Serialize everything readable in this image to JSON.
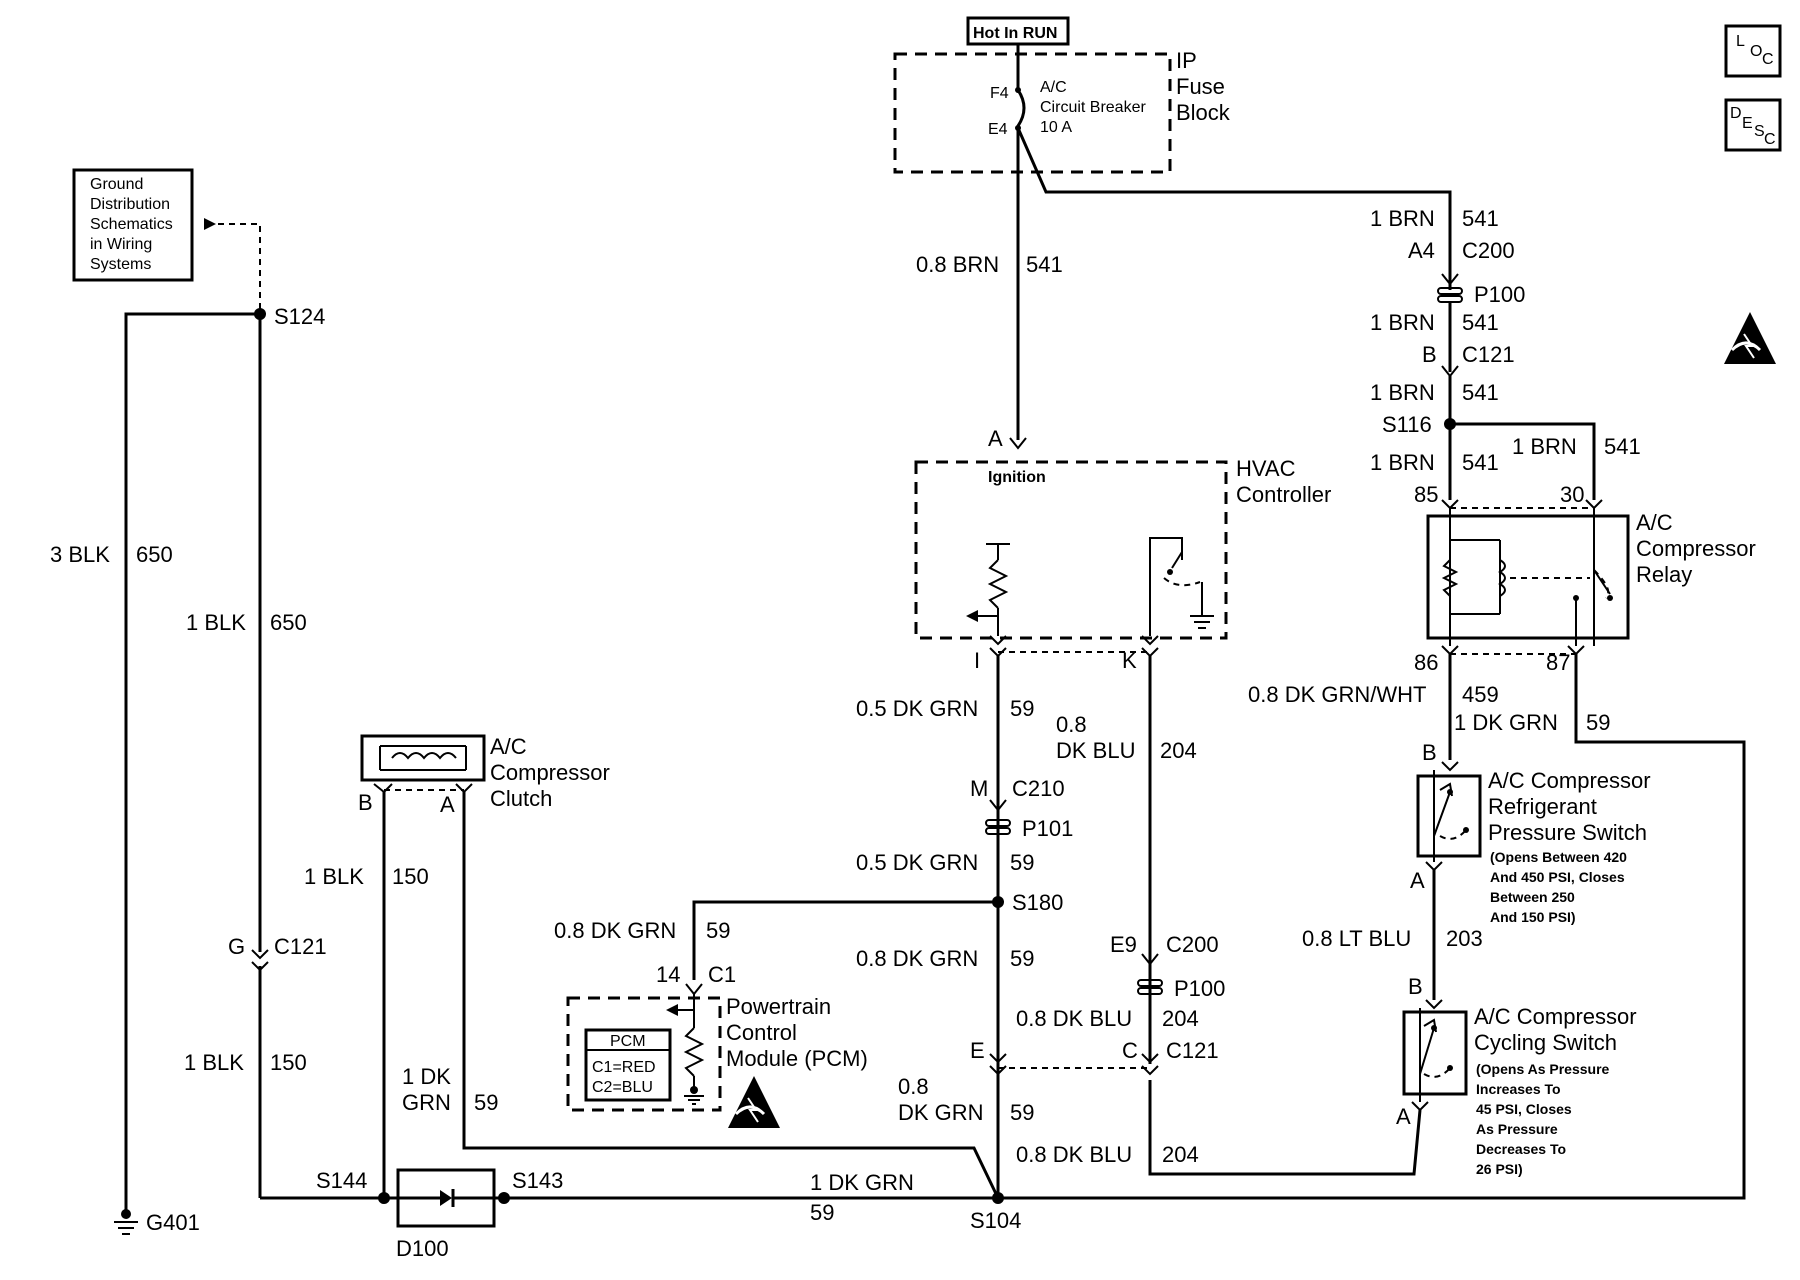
{
  "power": {
    "hot_label": "Hot In RUN",
    "fuse_block": [
      "IP",
      "Fuse",
      "Block"
    ],
    "breaker": [
      "A/C",
      "Circuit Breaker",
      "10 A"
    ],
    "pin_f4": "F4",
    "pin_e4": "E4"
  },
  "ground_ref": {
    "box": [
      "Ground",
      "Distribution",
      "Schematics",
      "in Wiring",
      "Systems"
    ],
    "s124": "S124",
    "g401": "G401",
    "wire_650a": [
      "3 BLK",
      "650"
    ],
    "wire_650b": [
      "1 BLK",
      "650"
    ],
    "g_pin": "G",
    "c121": "C121",
    "wire_150a": [
      "1 BLK",
      "150"
    ],
    "wire_150b": [
      "1 BLK",
      "150"
    ],
    "s144": "S144",
    "s143": "S143",
    "d100": "D100"
  },
  "clutch": {
    "title": [
      "A/C",
      "Compressor",
      "Clutch"
    ],
    "pin_b": "B",
    "pin_a": "A",
    "wire_59": [
      "1 DK",
      "GRN",
      "59"
    ]
  },
  "brn_541": {
    "main": [
      "0.8 BRN",
      "541"
    ],
    "r1": [
      "1 BRN",
      "541"
    ],
    "a4": "A4",
    "c200": "C200",
    "p100": "P100",
    "r2": [
      "1 BRN",
      "541"
    ],
    "b": "B",
    "c121": "C121",
    "r3": [
      "1 BRN",
      "541"
    ],
    "s116": "S116",
    "r4": [
      "1 BRN",
      "541"
    ],
    "r5": [
      "1 BRN",
      "541"
    ]
  },
  "hvac": {
    "title": [
      "HVAC",
      "Controller"
    ],
    "ignition": "Ignition",
    "pin_a": "A",
    "pin_i": "I",
    "pin_k": "K"
  },
  "relay": {
    "title": [
      "A/C",
      "Compressor",
      "Relay"
    ],
    "p85": "85",
    "p30": "30",
    "p86": "86",
    "p87": "87",
    "wire_459": [
      "0.8 DK GRN/WHT",
      "459"
    ],
    "wire_59": [
      "1 DK GRN",
      "59"
    ]
  },
  "pressure_switch": {
    "title": [
      "A/C Compressor",
      "Refrigerant",
      "Pressure Switch"
    ],
    "note": [
      "(Opens Between 420",
      "And 450 PSI, Closes",
      "Between 250",
      "And 150 PSI)"
    ],
    "pin_b": "B",
    "pin_a": "A",
    "wire_203": [
      "0.8 LT BLU",
      "203"
    ]
  },
  "cycling_switch": {
    "title": [
      "A/C Compressor",
      "Cycling Switch"
    ],
    "note": [
      "(Opens As Pressure",
      "Increases To",
      "45 PSI, Closes",
      "As Pressure",
      "Decreases To",
      "26 PSI)"
    ],
    "pin_b": "B",
    "pin_a": "A"
  },
  "dkgrn_59": {
    "w1": [
      "0.5 DK GRN",
      "59"
    ],
    "m": "M",
    "c210": "C210",
    "p101": "P101",
    "w2": [
      "0.5 DK GRN",
      "59"
    ],
    "s180": "S180",
    "w3": [
      "0.8 DK GRN",
      "59"
    ],
    "w4": [
      "0.8 DK GRN",
      "59"
    ],
    "e": "E",
    "w5": [
      "0.8",
      "DK GRN",
      "59"
    ],
    "s104": "S104",
    "bottom": [
      "1 DK GRN",
      "59"
    ]
  },
  "dkblu_204": {
    "w1": [
      "0.8",
      "DK BLU",
      "204"
    ],
    "e9": "E9",
    "c200": "C200",
    "p100": "P100",
    "w2": [
      "0.8 DK BLU",
      "204"
    ],
    "c": "C",
    "c121": "C121",
    "w3": [
      "0.8 DK BLU",
      "204"
    ]
  },
  "pcm": {
    "title": [
      "Powertrain",
      "Control",
      "Module (PCM)"
    ],
    "box": [
      "PCM",
      "C1=RED",
      "C2=BLU"
    ],
    "pin_14": "14",
    "c1": "C1"
  },
  "icons": {
    "loc": [
      "L",
      "O",
      "C"
    ],
    "desc": [
      "D",
      "E",
      "S",
      "C"
    ],
    "esd_icon": "esd-warning-icon"
  }
}
